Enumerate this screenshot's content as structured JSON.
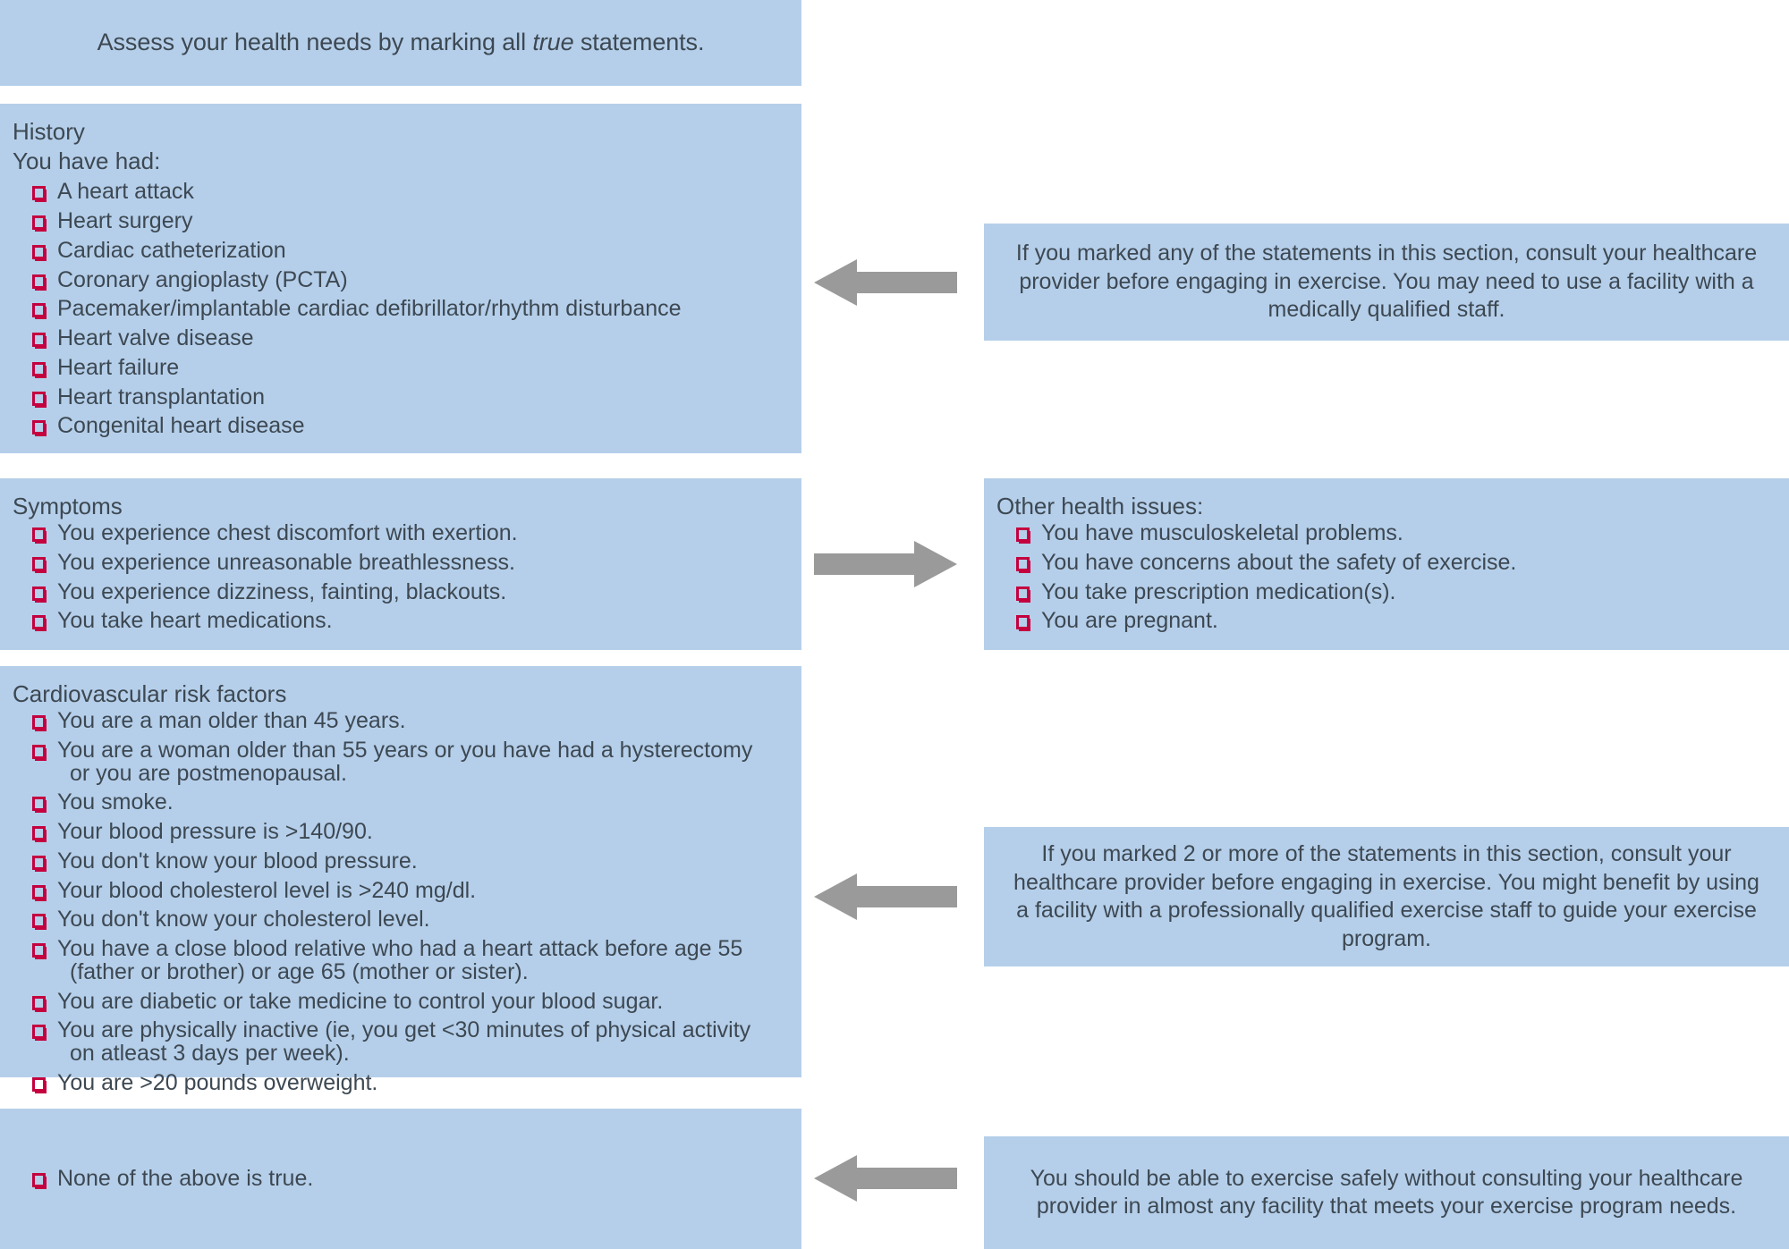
{
  "banner": {
    "text_before": "Assess your health needs by marking all ",
    "emphasis": "true",
    "text_after": " statements."
  },
  "colors": {
    "panel_background": "#b5cfea",
    "page_background": "#ffffff",
    "text": "#3d4852",
    "checkbox": "#c4003f",
    "arrow": "#9a9a9a"
  },
  "history": {
    "title": "History",
    "subtitle": "You have had:",
    "items": [
      "A heart attack",
      "Heart surgery",
      "Cardiac catheterization",
      "Coronary angioplasty (PCTA)",
      "Pacemaker/implantable cardiac defibrillator/rhythm disturbance",
      "Heart valve disease",
      "Heart failure",
      "Heart transplantation",
      "Congenital heart disease"
    ]
  },
  "symptoms": {
    "title": "Symptoms",
    "items": [
      "You experience chest discomfort with exertion.",
      "You experience unreasonable breathlessness.",
      "You experience dizziness, fainting, blackouts.",
      "You take heart medications."
    ]
  },
  "risk_factors": {
    "title": "Cardiovascular risk factors",
    "items": [
      {
        "main": "You are a man older than 45 years.",
        "cont": ""
      },
      {
        "main": "You are a woman older than 55 years or you have had a hysterectomy",
        "cont": "or you are postmenopausal."
      },
      {
        "main": "You smoke.",
        "cont": ""
      },
      {
        "main": "Your blood pressure is >140/90.",
        "cont": ""
      },
      {
        "main": "You don't know your blood pressure.",
        "cont": ""
      },
      {
        "main": "Your blood cholesterol level is >240 mg/dl.",
        "cont": ""
      },
      {
        "main": "You don't know your cholesterol level.",
        "cont": ""
      },
      {
        "main": "You have a close blood relative who had a heart attack before age 55",
        "cont": "(father or brother) or age 65 (mother or sister)."
      },
      {
        "main": "You are diabetic or take medicine to control your blood sugar.",
        "cont": ""
      },
      {
        "main": "You are physically inactive (ie, you get <30 minutes of physical activity",
        "cont": "on atleast 3 days per week)."
      },
      {
        "main": "You are >20 pounds overweight.",
        "cont": ""
      }
    ]
  },
  "none_of_above": {
    "item": "None of the above is true."
  },
  "other_issues": {
    "title": "Other health issues:",
    "items": [
      "You have musculoskeletal problems.",
      "You have concerns about the safety of exercise.",
      "You take prescription medication(s).",
      "You are pregnant."
    ]
  },
  "callouts": {
    "history": "If you marked any of the statements in this section, consult your healthcare provider before engaging in exercise. You may need to use a facility with a medically qualified staff.",
    "risk": "If you marked 2 or more of the statements in this section, consult your healthcare provider before engaging in exercise. You might benefit by using a facility with a professionally qualified exercise staff to guide your exercise program.",
    "none": "You should be able to exercise safely without consulting your healthcare provider in almost any facility that meets your exercise program needs."
  },
  "arrows": {
    "history_direction": "left",
    "symptoms_direction": "right",
    "risk_direction": "left",
    "none_direction": "left"
  }
}
